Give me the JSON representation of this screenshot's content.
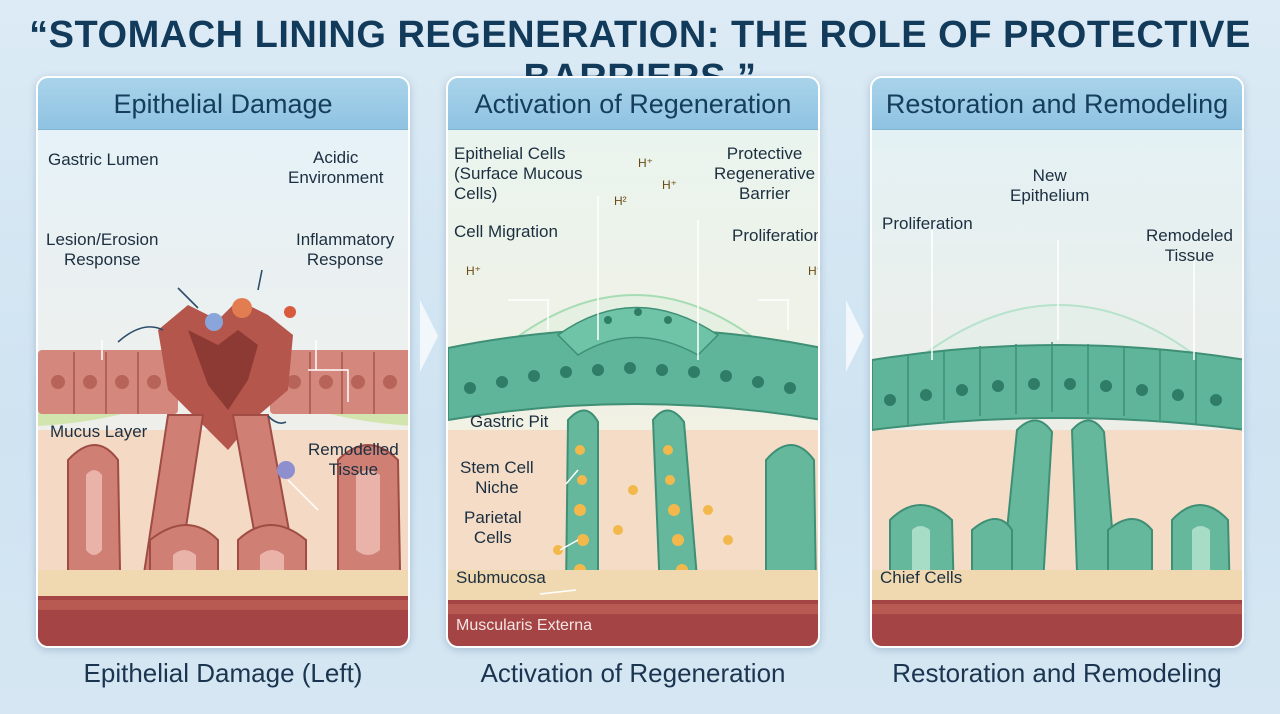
{
  "title": "“STOMACH LINING REGENERATION: THE ROLE OF PROTECTIVE BARRIERS.”",
  "panels": [
    {
      "header": "Epithelial Damage",
      "caption": "Epithelial Damage (Left)",
      "labels": {
        "gastric_lumen": "Gastric Lumen",
        "acidic_environment": "Acidic\nEnvironment",
        "lesion_erosion": "Lesion/Erosion\nResponse",
        "inflammatory": "Inflammatory\nResponse",
        "mucus_layer": "Mucus Layer",
        "remodelled_tissue": "Remodelled\nTissue"
      }
    },
    {
      "header": "Activation of Regeneration",
      "caption": "Activation of Regeneration",
      "labels": {
        "epithelial_cells": "Epithelial Cells\n(Surface Mucous\nCells)",
        "protective_barrier": "Protective\nRegenerative\nBarrier",
        "cell_migration": "Cell Migration",
        "proliferation": "Proliferation",
        "gastric_pit": "Gastric Pit",
        "stem_cell_niche": "Stem Cell\nNiche",
        "parietal_cells": "Parietal\nCells",
        "submucosa": "Submucosa",
        "muscularis_externa": "Muscularis Externa",
        "h_plus": "H⁺",
        "h_alt": "H²"
      }
    },
    {
      "header": "Restoration and Remodeling",
      "caption": "Restoration and Remodeling",
      "labels": {
        "new_epithelium": "New\nEpithelium",
        "proliferation": "Proliferation",
        "remodeled_tissue": "Remodeled\nTissue",
        "chief_cells": "Chief Cells"
      }
    }
  ],
  "colors": {
    "damaged_tissue": "#c9766b",
    "healing_tissue": "#5fb59a",
    "submucosa": "#f0d9b0",
    "muscularis": "#9b3a3a",
    "barrier_glow": "#bfe9c9"
  }
}
